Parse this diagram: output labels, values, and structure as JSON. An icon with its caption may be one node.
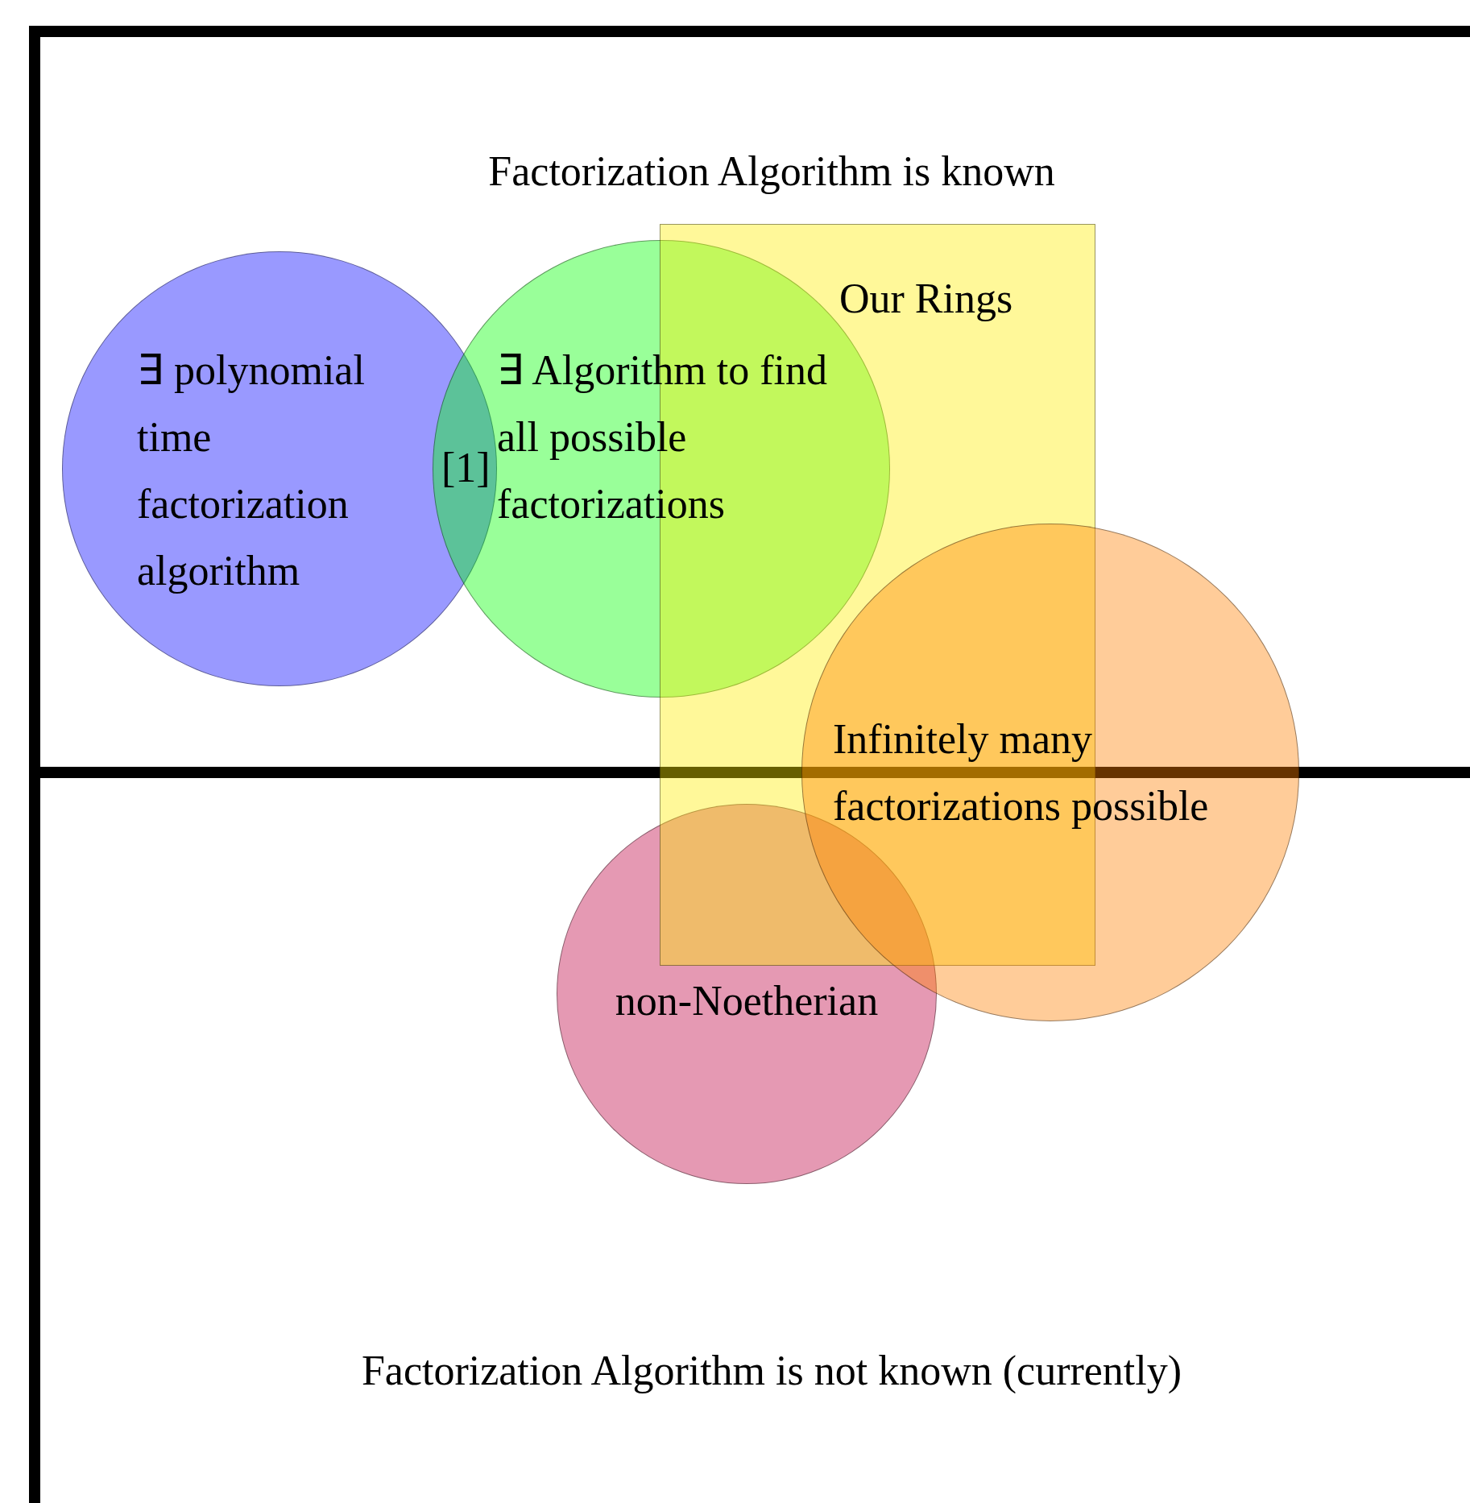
{
  "diagram": {
    "nodes": [
      {
        "text": [
          "Factorization Algorithm is known"
        ]
      },
      {
        "text": [
          "Factorization Algorithm is not known (currently)"
        ]
      },
      {
        "text": [
          "∃ polynomial time factorization algorithm"
        ],
        "in": 0
      },
      {
        "text": [
          "∃ Algorithm to find all possible factorizations"
        ],
        "in": 0
      },
      {
        "text": [
          "Our Rings"
        ]
      },
      {
        "text": [
          "Infinitely many factorizations possible"
        ]
      },
      {
        "text": [
          "non-Noetherian"
        ],
        "in": 1
      }
    ],
    "edges": [],
    "labels": [
      "[1]"
    ]
  }
}
